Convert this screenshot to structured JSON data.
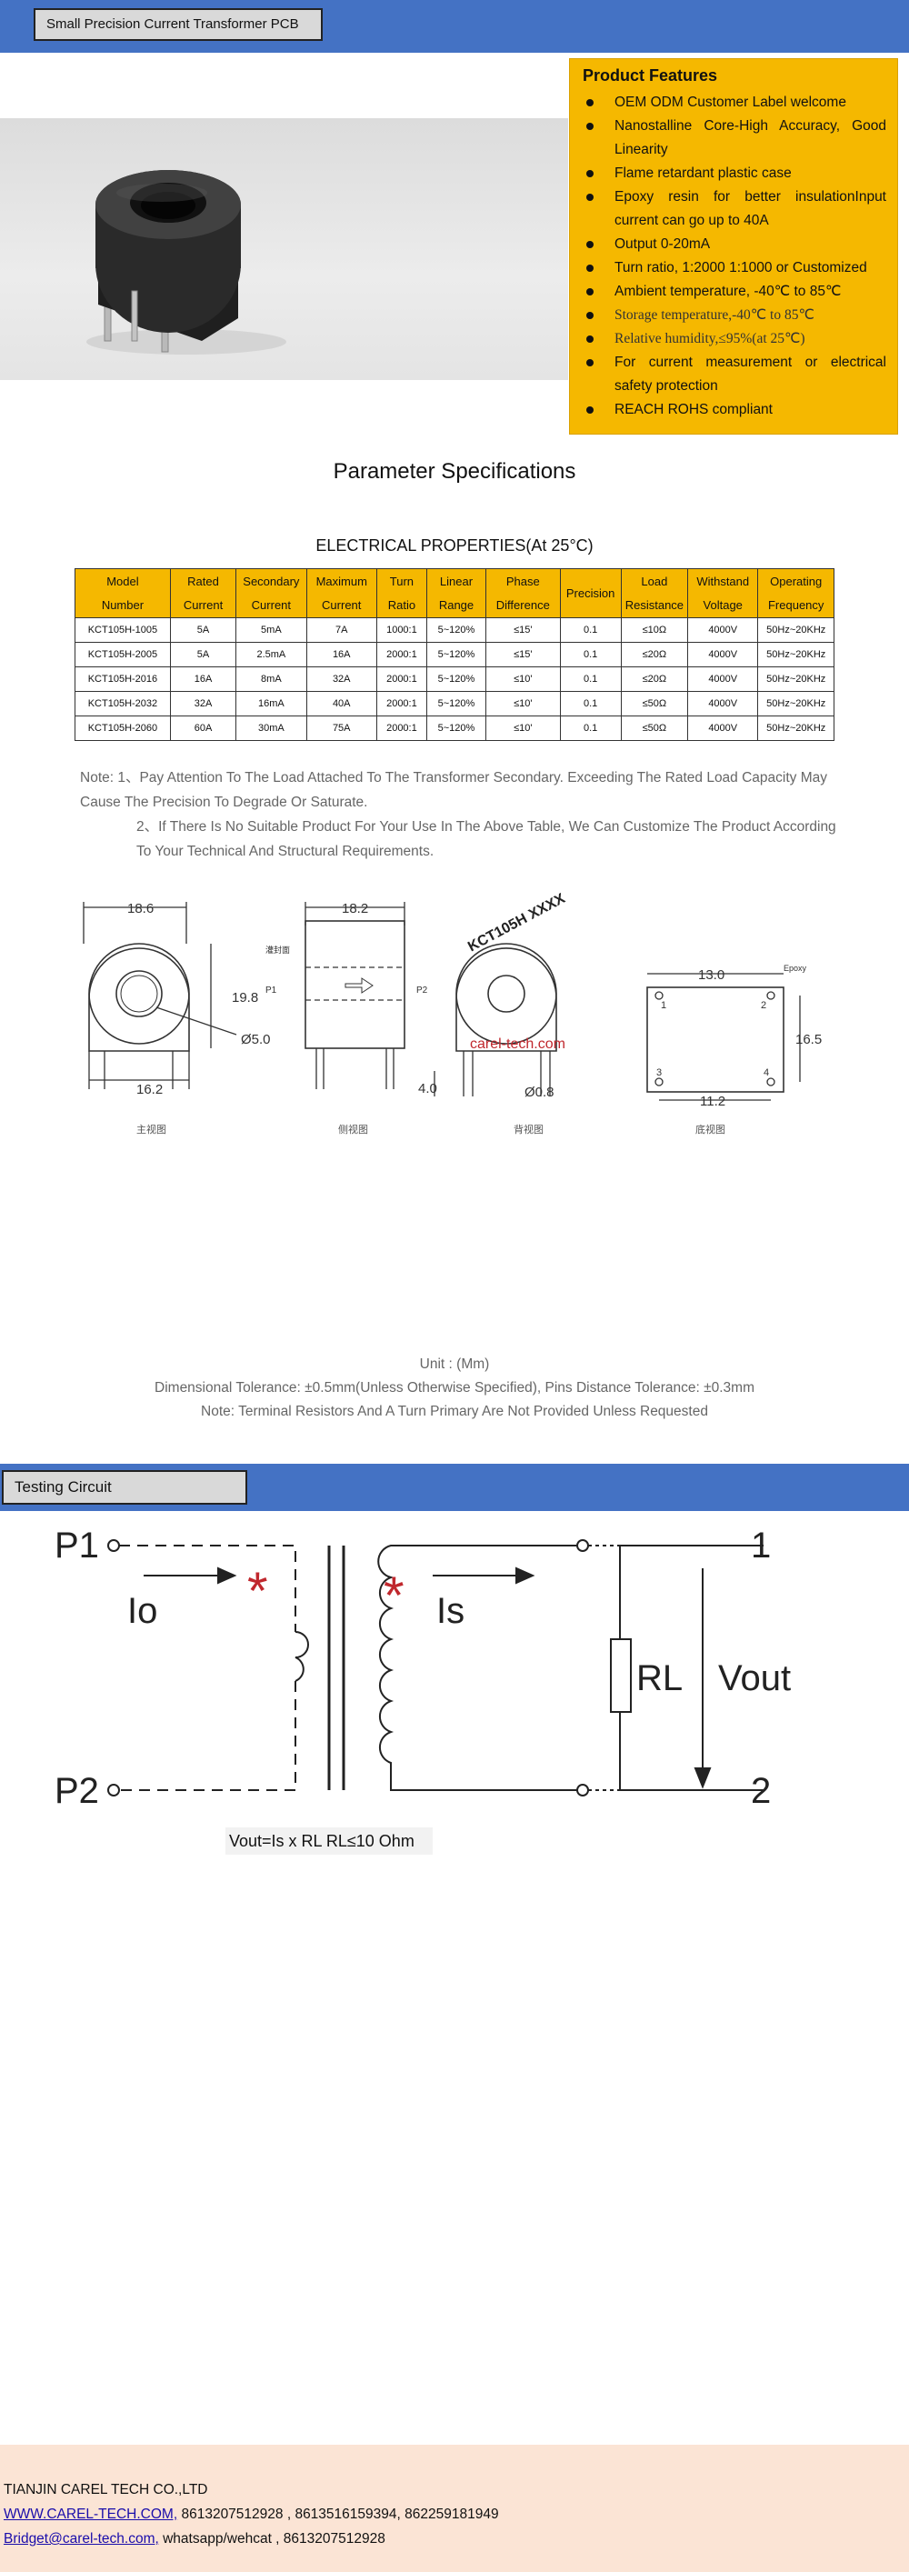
{
  "header": {
    "title": "Small Precision Current Transformer PCB"
  },
  "features": {
    "heading": "Product Features",
    "items": [
      "OEM ODM Customer Label welcome",
      "Nanostalline Core-High Accuracy, Good Linearity",
      "Flame retardant plastic case",
      "Epoxy resin for better insulationInput current can go up to 40A",
      "Output 0-20mA",
      "Turn ratio, 1:2000 1:1000 or Customized",
      "Ambient temperature, -40℃ to 85℃",
      "Storage temperature,-40℃ to 85℃",
      "Relative humidity,≤95%(at 25℃)",
      "For current measurement or electrical safety protection",
      "REACH ROHS compliant"
    ]
  },
  "specs": {
    "heading": "Parameter Specifications",
    "caption": "ELECTRICAL PROPERTIES(At 25°C)",
    "columns": [
      [
        "Model",
        "Number"
      ],
      [
        "Rated",
        "Current"
      ],
      [
        "Secondary",
        "Current"
      ],
      [
        "Maximum",
        "Current"
      ],
      [
        "Turn",
        "Ratio"
      ],
      [
        "Linear",
        "Range"
      ],
      [
        "Phase",
        "Difference"
      ],
      [
        "Precision",
        ""
      ],
      [
        "Load",
        "Resistance"
      ],
      [
        "Withstand",
        "Voltage"
      ],
      [
        "Operating",
        "Frequency"
      ]
    ],
    "rows": [
      [
        "KCT105H-1005",
        "5A",
        "5mA",
        "7A",
        "1000:1",
        "5~120%",
        "≤15'",
        "0.1",
        "≤10Ω",
        "4000V",
        "50Hz~20KHz"
      ],
      [
        "KCT105H-2005",
        "5A",
        "2.5mA",
        "16A",
        "2000:1",
        "5~120%",
        "≤15'",
        "0.1",
        "≤20Ω",
        "4000V",
        "50Hz~20KHz"
      ],
      [
        "KCT105H-2016",
        "16A",
        "8mA",
        "32A",
        "2000:1",
        "5~120%",
        "≤10'",
        "0.1",
        "≤20Ω",
        "4000V",
        "50Hz~20KHz"
      ],
      [
        "KCT105H-2032",
        "32A",
        "16mA",
        "40A",
        "2000:1",
        "5~120%",
        "≤10'",
        "0.1",
        "≤50Ω",
        "4000V",
        "50Hz~20KHz"
      ],
      [
        "KCT105H-2060",
        "60A",
        "30mA",
        "75A",
        "2000:1",
        "5~120%",
        "≤10'",
        "0.1",
        "≤50Ω",
        "4000V",
        "50Hz~20KHz"
      ]
    ]
  },
  "notes": {
    "note1": "Note:  1、Pay Attention To The Load Attached To The Transformer Secondary. Exceeding The Rated Load Capacity May Cause The Precision To Degrade Or Saturate.",
    "note2": "2、If There Is No Suitable Product For Your Use In The Above Table, We Can Customize The Product According To Your Technical And Structural Requirements."
  },
  "drawing": {
    "front": {
      "width": "18.6",
      "height": "19.8",
      "hole": "Ø5.0",
      "pins": "16.2",
      "caption": "主视图"
    },
    "side": {
      "width": "18.2",
      "label_top": "灌封面",
      "p1": "P1",
      "p2": "P2",
      "caption": "侧视图"
    },
    "back": {
      "marking": "KCT105H  XXXX",
      "site": "carel-tech.com",
      "pin_len": "4.0",
      "pin_dia": "Ø0.8",
      "caption": "背视图"
    },
    "bottom": {
      "width": "13.0",
      "height": "16.5",
      "pitch": "11.2",
      "epoxy": "Epoxy",
      "pin1": "1",
      "pin2": "2",
      "pin3": "3",
      "pin4": "4",
      "caption": "底视图"
    }
  },
  "dims": {
    "unit": "Unit :  (Mm)",
    "tolerance": "Dimensional Tolerance:  ±0.5mm(Unless Otherwise Specified), Pins Distance Tolerance: ±0.3mm",
    "note": "Note: Terminal Resistors And A Turn Primary Are Not Provided Unless Requested"
  },
  "testing": {
    "title": "Testing Circuit",
    "labels": {
      "p1": "P1",
      "p2": "P2",
      "io": "Io",
      "is": "Is",
      "rl": "RL",
      "vout": "Vout",
      "t1": "1",
      "t2": "2",
      "star": "*"
    },
    "formula": "Vout=Is x RL   RL≤10 Ohm"
  },
  "footer": {
    "company": "TIANJIN CAREL TECH CO.,LTD",
    "website": "WWW.CAREL-TECH.COM,",
    "phones": " 8613207512928 , 8613516159394, 862259181949",
    "email": "Bridget@carel-tech.com,",
    "whatsapp": " whatsapp/wehcat , 8613207512928"
  },
  "colors": {
    "banner": "#4472c4",
    "feature_bg": "#f5b800",
    "footer_bg": "#fbe4d5",
    "star": "#c0272d"
  }
}
